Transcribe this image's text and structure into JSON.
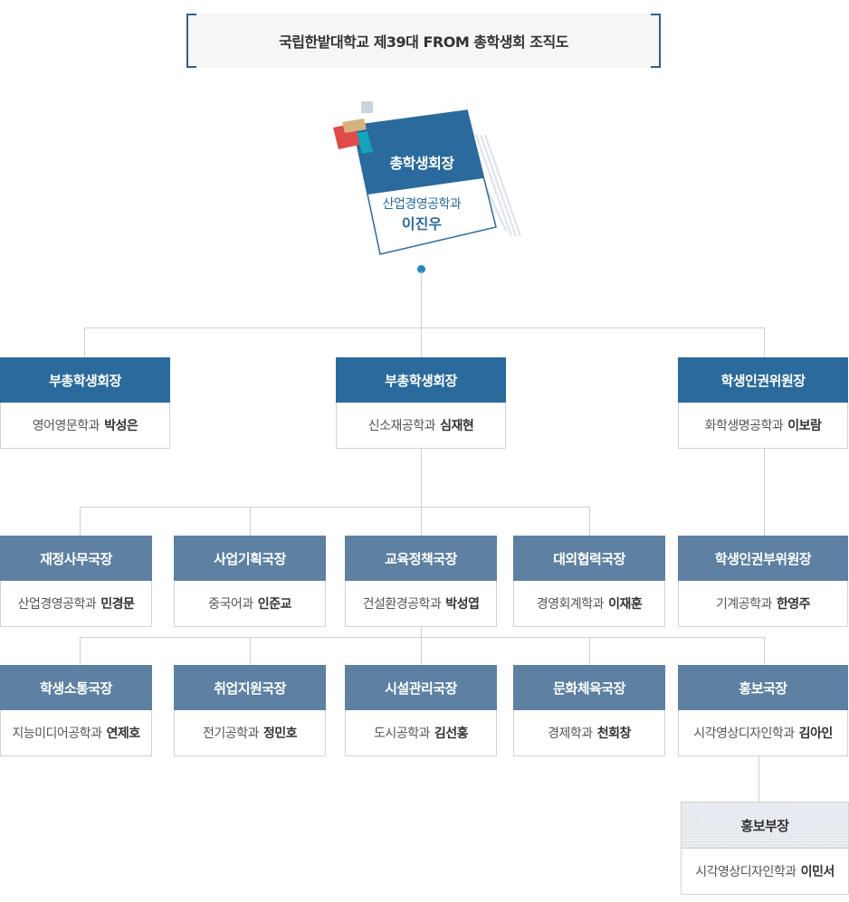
{
  "title": "국립한밭대학교 제39대 FROM 총학생회 조직도",
  "president": {
    "role": "총학생회장",
    "dept": "산업경영공학과",
    "name": "이진우"
  },
  "vice_row": [
    {
      "role": "부총학생회장",
      "dept": "영어영문학과",
      "name": "박성은"
    },
    {
      "role": "부총학생회장",
      "dept": "신소재공학과",
      "name": "심재현"
    },
    {
      "role": "학생인권위원장",
      "dept": "화학생명공학과",
      "name": "이보람"
    }
  ],
  "row2": [
    {
      "role": "재정사무국장",
      "dept": "산업경영공학과",
      "name": "민경문"
    },
    {
      "role": "사업기획국장",
      "dept": "중국어과",
      "name": "인준교"
    },
    {
      "role": "교육정책국장",
      "dept": "건설환경공학과",
      "name": "박성엽"
    },
    {
      "role": "대외협력국장",
      "dept": "경영회계학과",
      "name": "이재훈"
    },
    {
      "role": "학생인권부위원장",
      "dept": "기계공학과",
      "name": "한영주"
    }
  ],
  "row3": [
    {
      "role": "학생소통국장",
      "dept": "지능미디어공학과",
      "name": "연제호"
    },
    {
      "role": "취업지원국장",
      "dept": "전기공학과",
      "name": "정민호"
    },
    {
      "role": "시설관리국장",
      "dept": "도시공학과",
      "name": "김선홍"
    },
    {
      "role": "문화체육국장",
      "dept": "경제학과",
      "name": "천회창"
    },
    {
      "role": "홍보국장",
      "dept": "시각영상디자인학과",
      "name": "김아인"
    }
  ],
  "sub": {
    "role": "홍보부장",
    "dept": "시각영상디자인학과",
    "name": "이민서"
  },
  "colors": {
    "dark_header": "#2a6a9c",
    "mid_header": "#5d80a3",
    "accent_dot": "#1e88c5"
  }
}
